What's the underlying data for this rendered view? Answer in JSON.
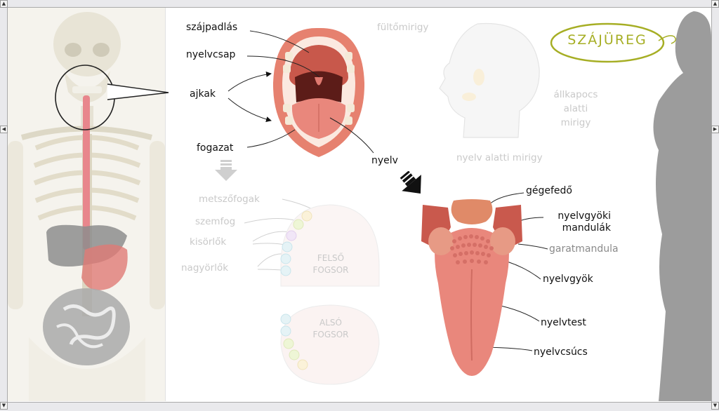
{
  "title": "SZÁJÜREG",
  "colors": {
    "accent": "#a6ae24",
    "lip": "#e6816f",
    "tongue": "#e9877c",
    "esophagus": "#e8868c",
    "silhouette": "#9c9c9c",
    "faint": "#c9c9c9"
  },
  "mouth_labels": {
    "palate": "szájpadlás",
    "uvula": "nyelvcsap",
    "lips": "ajkak",
    "teeth": "fogazat",
    "tongue": "nyelv"
  },
  "gland_labels": {
    "parotid": "fültőmirigy",
    "submandibular": "állkapocs alatti mirigy",
    "sublingual": "nyelv alatti mirigy"
  },
  "teeth_labels": {
    "incisors": "metszőfogak",
    "canine": "szemfog",
    "premolars": "kisörlők",
    "molars": "nagyörlők",
    "upper": "FELSŐ FOGSOR",
    "lower": "ALSÓ FOGSOR"
  },
  "tongue_labels": {
    "epiglottis": "gégefedő",
    "lingual_tonsils": "nyelvgyöki mandulák",
    "palatine_tonsil": "garatmandula",
    "root": "nyelvgyök",
    "body": "nyelvtest",
    "tip": "nyelvcsúcs"
  },
  "nav": {
    "up": "▲",
    "down": "▼",
    "left": "◀",
    "right": "▶"
  }
}
